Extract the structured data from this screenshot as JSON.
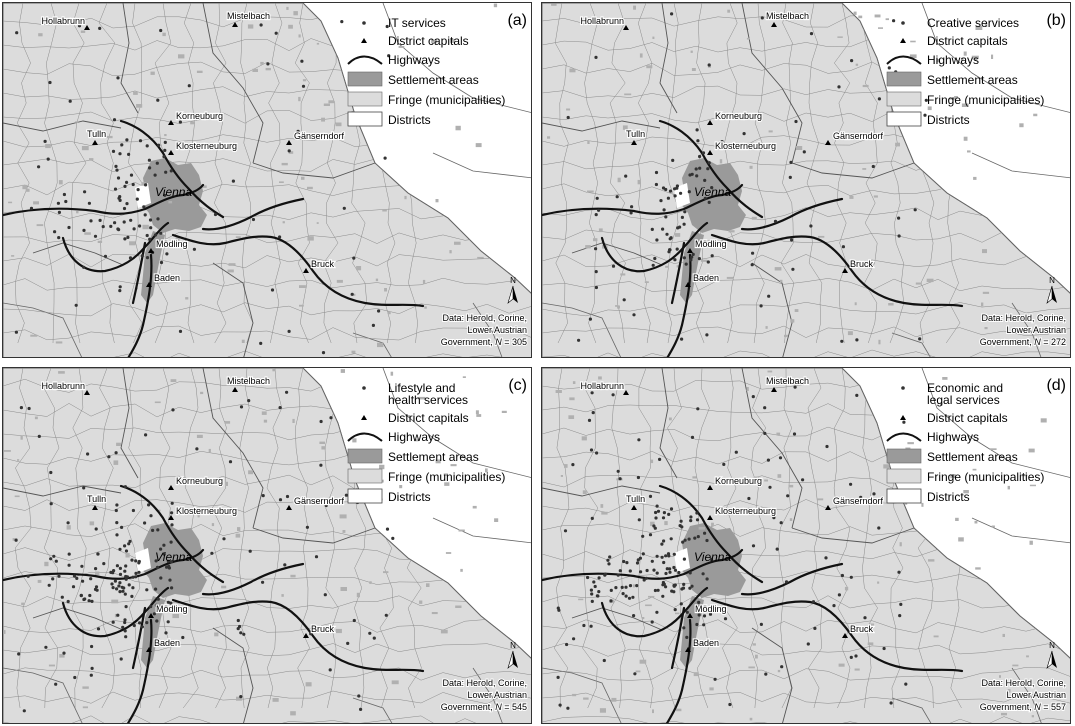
{
  "colors": {
    "fringe": "#dcdcdc",
    "settlement": "#9a9a9a",
    "district_line": "#666666",
    "highway": "#111111",
    "point": "#333333",
    "background": "#ffffff"
  },
  "labels": {
    "cities": [
      "Hollabrunn",
      "Mistelbach",
      "Tulln",
      "Korneuburg",
      "Klosterneuburg",
      "Gänserndorf",
      "Vienna",
      "Mödling",
      "Baden",
      "Bruck"
    ],
    "north": "N"
  },
  "panels": [
    {
      "tag": "(a)",
      "legend": {
        "points_lines": [
          "IT services"
        ],
        "district_capitals": "District capitals",
        "highways": "Highways",
        "settlement": "Settlement areas",
        "fringe": "Fringe (municipalities)",
        "districts": "Districts"
      },
      "source_lines": [
        "Data: Herold, Corine,",
        "Lower Austrian"
      ],
      "source_gov": "Government, ",
      "n_label": "N",
      "n_value": " = 305"
    },
    {
      "tag": "(b)",
      "legend": {
        "points_lines": [
          "Creative services"
        ],
        "district_capitals": "District capitals",
        "highways": "Highways",
        "settlement": "Settlement areas",
        "fringe": "Fringe (municipalities)",
        "districts": "Districts"
      },
      "source_lines": [
        "Data: Herold, Corine,",
        "Lower Austrian"
      ],
      "source_gov": "Government, ",
      "n_label": "N",
      "n_value": " = 272"
    },
    {
      "tag": "(c)",
      "legend": {
        "points_lines": [
          "Lifestyle and",
          "health services"
        ],
        "district_capitals": "District capitals",
        "highways": "Highways",
        "settlement": "Settlement areas",
        "fringe": "Fringe (municipalities)",
        "districts": "Districts"
      },
      "source_lines": [
        "Data: Herold, Corine,",
        "Lower Austrian"
      ],
      "source_gov": "Government, ",
      "n_label": "N",
      "n_value": " = 545"
    },
    {
      "tag": "(d)",
      "legend": {
        "points_lines": [
          "Economic and",
          "legal services"
        ],
        "district_capitals": "District capitals",
        "highways": "Highways",
        "settlement": "Settlement areas",
        "fringe": "Fringe (municipalities)",
        "districts": "Districts"
      },
      "source_lines": [
        "Data: Herold, Corine,",
        "Lower Austrian"
      ],
      "source_gov": "Government, ",
      "n_label": "N",
      "n_value": " = 557"
    }
  ]
}
